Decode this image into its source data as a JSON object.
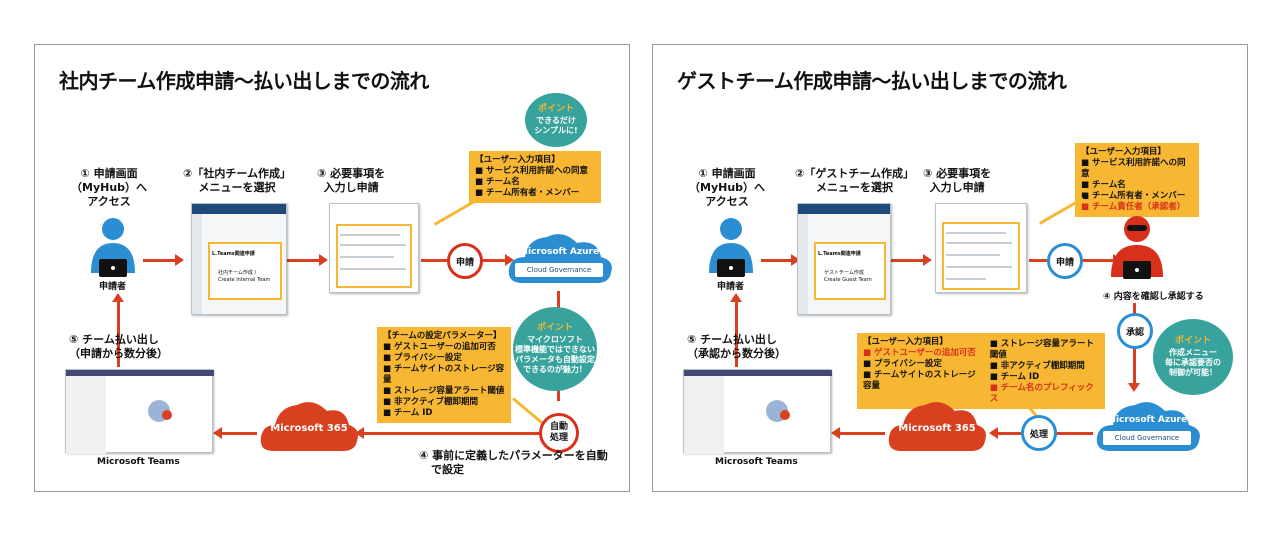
{
  "left": {
    "title": "社内チーム作成申請～払い出しまでの流れ",
    "step1": [
      "① 申請画面",
      "（MyHub）へ",
      "アクセス"
    ],
    "step2": [
      "②「社内チーム作成」",
      "メニューを選択"
    ],
    "step3": [
      "③ 必要事項を",
      "入力し申請"
    ],
    "applicant": "申請者",
    "apply_label": "申請",
    "azure_label": "Microsoft Azure",
    "acg_label": "Cloud Governance",
    "point_top": {
      "head": "ポイント",
      "body": [
        "できるだけ",
        "シンプルに!"
      ]
    },
    "user_input": {
      "head": "【ユーザー入力項目】",
      "items": [
        "■ サービス利用許諾への同意",
        "■ チーム名",
        "■ チーム所有者・メンバー"
      ]
    },
    "team_params": {
      "head": "【チームの設定パラメーター】",
      "items": [
        "■ ゲストユーザーの追加可否",
        "■ プライバシー設定",
        "■ チームサイトのストレージ容量",
        "■ ストレージ容量アラート閾値",
        "■ 非アクティブ棚卸期間",
        "■ チーム ID"
      ]
    },
    "point_mid": {
      "head": "ポイント",
      "body": [
        "マイクロソフト",
        "標準機能ではできない",
        "パラメータも自動設定",
        "できるのが魅力！"
      ]
    },
    "auto_label": [
      "自動",
      "処理"
    ],
    "step4": [
      "④ 事前に定義したパラメーターを自動",
      "で設定"
    ],
    "m365": "Microsoft 365",
    "step5": [
      "⑤ チーム払い出し",
      "（申請から数分後）"
    ],
    "teams": "Microsoft Teams",
    "form_item": "L.Teams関連申請",
    "form_sub": [
      "社内チーム作成 /",
      "Create Internal Team"
    ]
  },
  "right": {
    "title": "ゲストチーム作成申請～払い出しまでの流れ",
    "step1": [
      "① 申請画面",
      "（MyHub）へ",
      "アクセス"
    ],
    "step2": [
      "②「ゲストチーム作成」",
      "メニューを選択"
    ],
    "step3": [
      "③ 必要事項を",
      "入力し申請"
    ],
    "applicant": "申請者",
    "apply_label": "申請",
    "approver_step": "④ 内容を確認し承認する",
    "approve_label": "承認",
    "user_input": {
      "head": "【ユーザー入力項目】",
      "items": [
        "■ サービス利用許諾への同意",
        "■ チーム名",
        "■ チーム所有者・メンバー"
      ],
      "red": "■ チーム責任者（承認者）"
    },
    "user_input2": {
      "head": "【ユーザー入力項目】",
      "red1": "■ ゲストユーザーの追加可否",
      "items": [
        "■ プライバシー設定",
        "■ チームサイトのストレージ容量"
      ],
      "col2": [
        "■ ストレージ容量アラート閾値",
        "■ 非アクティブ棚卸期間",
        "■ チーム ID"
      ],
      "red2": "■ チーム名のプレフィックス"
    },
    "point": {
      "head": "ポイント",
      "body": [
        "作成メニュー",
        "毎に承認要否の",
        "制御が可能！"
      ]
    },
    "azure_label": "Microsoft Azure",
    "acg_label": "Cloud Governance",
    "process_label": "処理",
    "m365": "Microsoft 365",
    "step5": [
      "⑤ チーム払い出し",
      "（承認から数分後）"
    ],
    "teams": "Microsoft Teams",
    "form_item": "L.Teams関連申請",
    "form_sub": [
      "ゲストチーム作成",
      "Create Guest Team"
    ]
  }
}
